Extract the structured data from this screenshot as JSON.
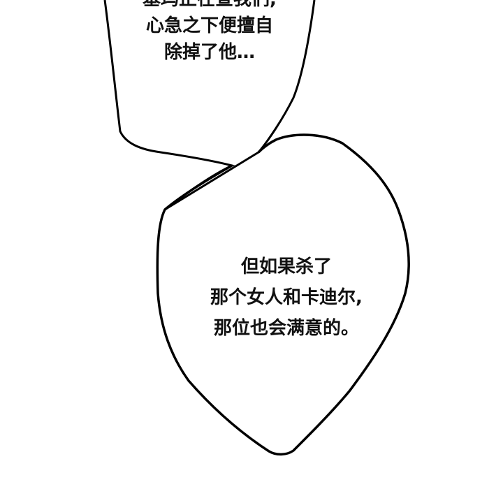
{
  "top_bubble": {
    "lines": [
      "基玛正在查我们,",
      "心急之下便擅自",
      "除掉了他…"
    ]
  },
  "bottom_bubble": {
    "lines": [
      "但如果杀了",
      "那个女人和卡迪尔,",
      "那位也会满意的。"
    ]
  }
}
